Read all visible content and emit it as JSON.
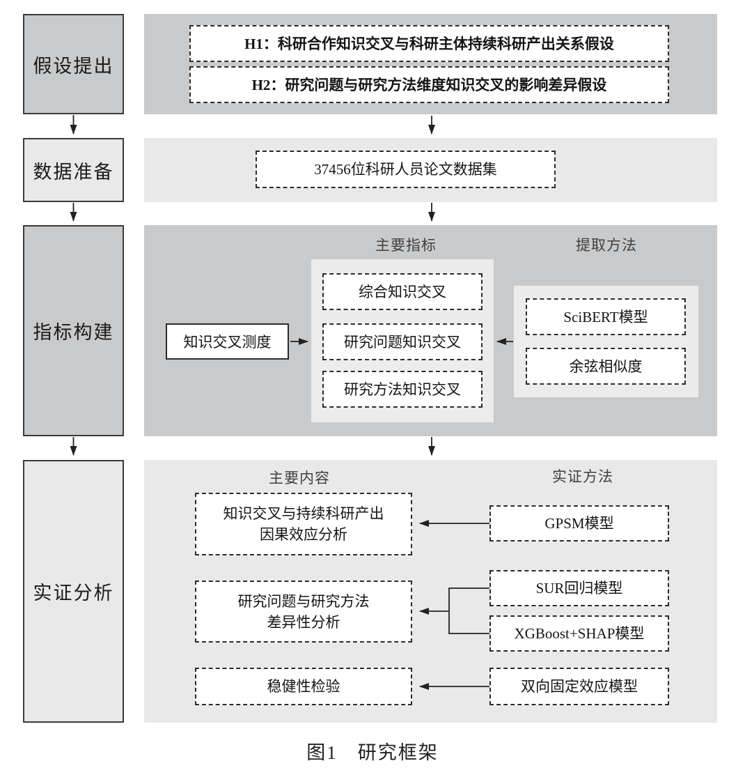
{
  "colors": {
    "panel_dark": "#c9cacc",
    "panel_light": "#e9e9ea",
    "inner_panel": "#ececec",
    "box_fill": "#ffffff",
    "line": "#222222"
  },
  "stages": [
    {
      "id": "hypothesis",
      "label": "假设提出"
    },
    {
      "id": "data",
      "label": "数据准备"
    },
    {
      "id": "indicator",
      "label": "指标构建"
    },
    {
      "id": "empirical",
      "label": "实证分析"
    }
  ],
  "hypothesis_row": {
    "h1": "H1：科研合作知识交叉与科研主体持续科研产出关系假设",
    "h2": "H2：研究问题与研究方法维度知识交叉的影响差异假设"
  },
  "data_row": {
    "dataset": "37456位科研人员论文数据集"
  },
  "indicator_row": {
    "header_indicators": "主要指标",
    "header_methods": "提取方法",
    "measure": "知识交叉测度",
    "indicators": [
      "综合知识交叉",
      "研究问题知识交叉",
      "研究方法知识交叉"
    ],
    "methods": [
      "SciBERT模型",
      "余弦相似度"
    ]
  },
  "empirical_row": {
    "header_contents": "主要内容",
    "header_methods": "实证方法",
    "contents": [
      "知识交叉与持续科研产出\n因果效应分析",
      "研究问题与研究方法\n差异性分析",
      "稳健性检验"
    ],
    "methods": [
      "GPSM模型",
      "SUR回归模型",
      "XGBoost+SHAP模型",
      "双向固定效应模型"
    ]
  },
  "caption": "图1　研究框架"
}
